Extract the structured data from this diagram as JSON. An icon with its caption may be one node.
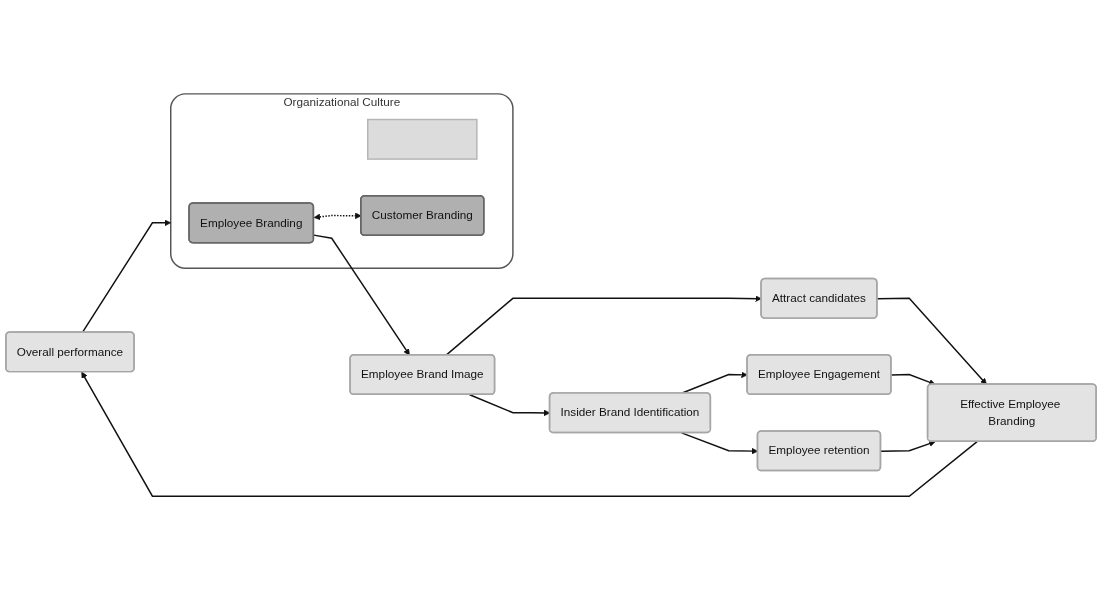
{
  "diagram": {
    "nodes": [
      {
        "text": [
          "Overall performance"
        ]
      },
      {
        "text": [
          "Organizational Culture"
        ]
      },
      {
        "text": [
          "Employee Branding"
        ],
        "in": 1
      },
      {
        "text": [],
        "shape": "box",
        "in": 1
      },
      {
        "text": [
          "Customer Branding"
        ],
        "in": 1
      },
      {
        "text": [
          "Employee Brand Image"
        ]
      },
      {
        "text": [
          "Insider Brand Identification"
        ]
      },
      {
        "text": [
          "Attract candidates"
        ]
      },
      {
        "text": [
          "Employee Engagement"
        ]
      },
      {
        "text": [
          "Employee retention"
        ]
      },
      {
        "text": [
          "Effective Employee Branding"
        ]
      }
    ],
    "edges": [
      {
        "from": 0,
        "to": 1,
        "arrow": "to"
      },
      {
        "from": 2,
        "to": 4,
        "arrow": "both",
        "style": "dashed"
      },
      {
        "from": 2,
        "to": 5,
        "arrow": "to"
      },
      {
        "from": 5,
        "to": 7,
        "arrow": "to"
      },
      {
        "from": 5,
        "to": 6,
        "arrow": "to"
      },
      {
        "from": 6,
        "to": 8,
        "arrow": "to"
      },
      {
        "from": 6,
        "to": 9,
        "arrow": "to"
      },
      {
        "from": 7,
        "to": 10,
        "arrow": "to"
      },
      {
        "from": 8,
        "to": 10,
        "arrow": "to"
      },
      {
        "from": 9,
        "to": 10,
        "arrow": "to"
      },
      {
        "from": 10,
        "to": 0,
        "arrow": "to"
      }
    ]
  }
}
